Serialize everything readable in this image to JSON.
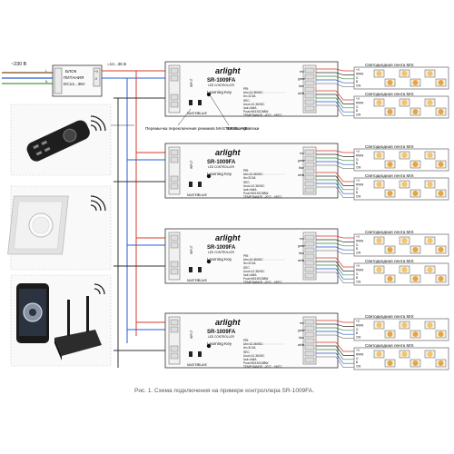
{
  "mains_label": "~230 В",
  "mains_terminals": [
    "L",
    "N"
  ],
  "psu": {
    "line1": "БЛОК",
    "line2": "ПИТАНИЯ",
    "line3": "DC12...36V",
    "out_label": "=12...36 В",
    "out_terminals": [
      "+V",
      "-V"
    ]
  },
  "controller": {
    "brand": "arlight",
    "model": "SR-1009FA",
    "subtitle": "LED CONTROLLER",
    "learning_key": "Learning Key",
    "input_label": "INPUT",
    "master": "MASTER",
    "slave": "SLAVE",
    "spec_lines": [
      "PRI:",
      "Uin=12-36VDC",
      "Iin=32.5A",
      "SEC:",
      "Uout=12-36VDC",
      "Iout=4x8A",
      "Pout=96/192/288W",
      "TEMP RANGE: -20°C...+50°C"
    ],
    "output_labels": [
      "red",
      "green",
      "blue",
      "white"
    ]
  },
  "channel_labels": [
    "+V",
    "RWW",
    "G",
    "B",
    "CW"
  ],
  "strip_label": "Светодиодная лента MIX",
  "annotations": {
    "switch": "Перемычка переключения режимов MASTER/SLAVE",
    "button": "Кнопка привязки"
  },
  "caption": "Рис. 1. Схема подключения на примере контроллера SR-1009FA.",
  "colors": {
    "line": "#333333",
    "red": "#d93a2b",
    "blue": "#2a5bd7",
    "led": "#f3c46a",
    "led_warm": "#e8a53f",
    "strip_edge": "#777777"
  }
}
